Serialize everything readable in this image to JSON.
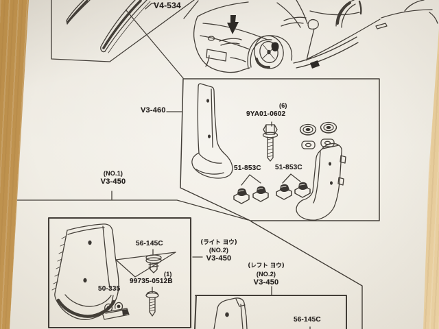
{
  "colors": {
    "wood": "#cda160",
    "paper": "#f0ece3",
    "ink": "#35302a"
  },
  "diagram": {
    "top_assembly": {
      "part": "V4-534"
    },
    "rear_guard_box": {
      "part": "V3-460",
      "bolt_qty": "(6)",
      "bolt_part": "9YA01-0602",
      "clip_part_a": "51-853C",
      "clip_part_b": "51-853C"
    },
    "front_guard_box": {
      "number": "(NO.1)",
      "part": "V3-450",
      "pin_part": "56-145C",
      "screw_qty": "(1)",
      "screw_part": "99735-0512B",
      "clip_part": "50-335"
    },
    "no2_right": {
      "use": "(ライト ヨウ)",
      "number": "(NO.2)",
      "part": "V3-450"
    },
    "no2_left": {
      "use": "(レフト ヨウ)",
      "number": "(NO.2)",
      "part": "V3-450",
      "pin_part": "56-145C"
    }
  }
}
